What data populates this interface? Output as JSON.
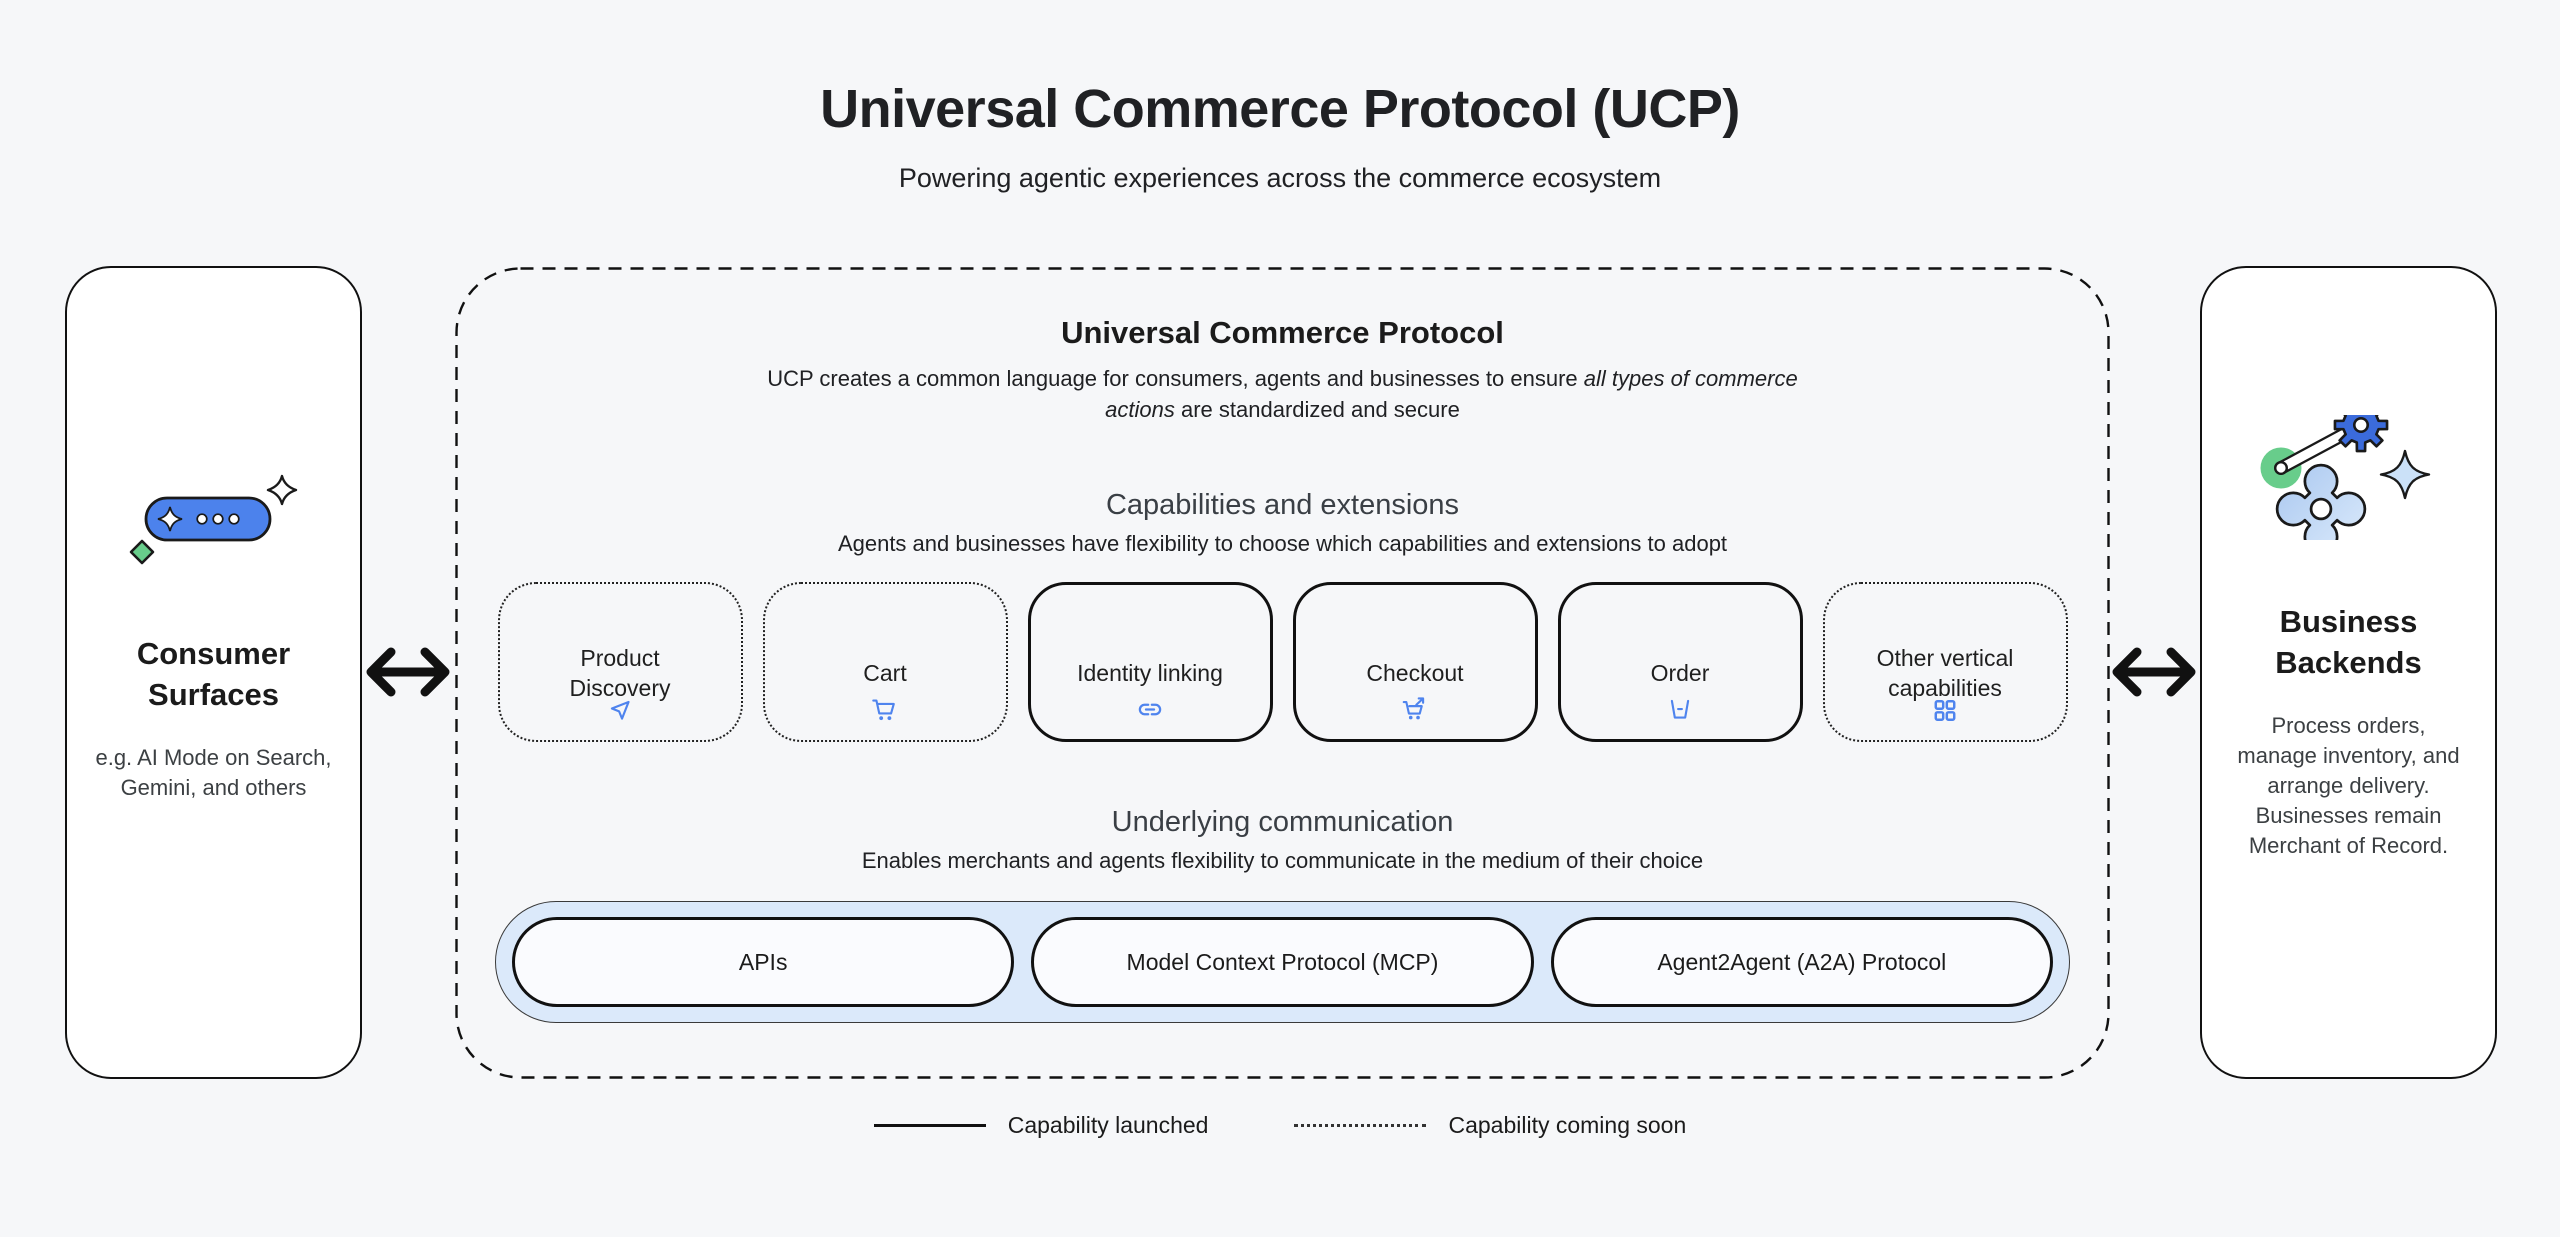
{
  "page": {
    "title": "Universal Commerce Protocol (UCP)",
    "subtitle": "Powering agentic experiences across the commerce ecosystem"
  },
  "consumer_surfaces": {
    "title": "Consumer Surfaces",
    "description": "e.g. AI Mode on Search, Gemini, and others",
    "icon": "chat-pill-sparkles-illustration"
  },
  "business_backends": {
    "title": "Business Backends",
    "description": "Process orders, manage inventory, and arrange delivery. Businesses remain Merchant of Record.",
    "icon": "gears-wrench-sparkle-illustration"
  },
  "ucp": {
    "title": "Universal Commerce Protocol",
    "description_before": "UCP creates a common language for consumers, agents and businesses to ensure ",
    "description_italic": "all types of commerce actions",
    "description_after": " are standardized and secure",
    "capabilities": {
      "heading": "Capabilities and extensions",
      "subheading": "Agents and businesses have flexibility to choose which capabilities and extensions to adopt",
      "cards": [
        {
          "label": "Product Discovery",
          "icon": "send-icon",
          "status": "coming-soon"
        },
        {
          "label": "Cart",
          "icon": "cart-icon",
          "status": "coming-soon"
        },
        {
          "label": "Identity linking",
          "icon": "link-icon",
          "status": "launched"
        },
        {
          "label": "Checkout",
          "icon": "checkout-cart-icon",
          "status": "launched"
        },
        {
          "label": "Order",
          "icon": "order-box-icon",
          "status": "launched"
        },
        {
          "label": "Other vertical capabilities",
          "icon": "grid-icon",
          "status": "coming-soon"
        }
      ]
    },
    "communication": {
      "heading": "Underlying communication",
      "subheading": "Enables merchants and agents flexibility to communicate in the medium of their choice",
      "pills": [
        "APIs",
        "Model Context Protocol (MCP)",
        "Agent2Agent (A2A) Protocol"
      ]
    }
  },
  "legend": [
    {
      "style": "solid",
      "label": "Capability launched"
    },
    {
      "style": "dotted",
      "label": "Capability coming soon"
    }
  ],
  "colors": {
    "background": "#f6f7f9",
    "accent_blue": "#4f84ee",
    "dark_blue_gear": "#3b6bdb",
    "green": "#68cd8b",
    "light_blue_bar": "#dbe9fa",
    "light_blue_fill": "#cbe1f8",
    "outline": "#111111"
  }
}
